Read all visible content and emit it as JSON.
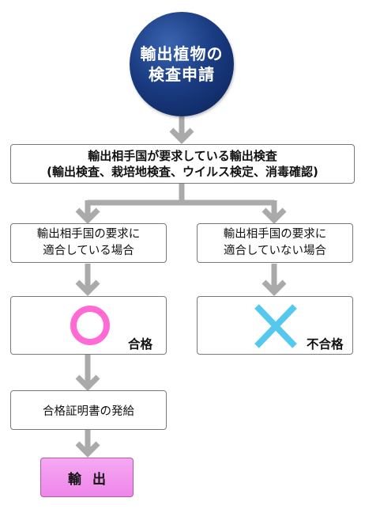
{
  "start": {
    "line1": "輸出植物の",
    "line2": "検査申請"
  },
  "requirement": {
    "line1": "輸出相手国が要求している輸出検査",
    "line2": "(輸出検査、栽培地検査、ウイルス検定、消毒確認)"
  },
  "conditions": {
    "pass": {
      "line1": "輸出相手国の要求に",
      "line2": "適合している場合"
    },
    "fail": {
      "line1": "輸出相手国の要求に",
      "line2": "適合していない場合"
    }
  },
  "results": {
    "pass": {
      "label": "合格",
      "symbol": "circle",
      "symbol_color": "#ff6ad5"
    },
    "fail": {
      "label": "不合格",
      "symbol": "cross",
      "symbol_color": "#55c8f0"
    }
  },
  "certificate": {
    "label": "合格証明書の発給"
  },
  "export": {
    "label": "輸出"
  },
  "colors": {
    "start_node": "#1a3c82",
    "connector": "#aaaaaa",
    "export_fill": "#f29ef0",
    "box_border": "#7a7a7a"
  }
}
